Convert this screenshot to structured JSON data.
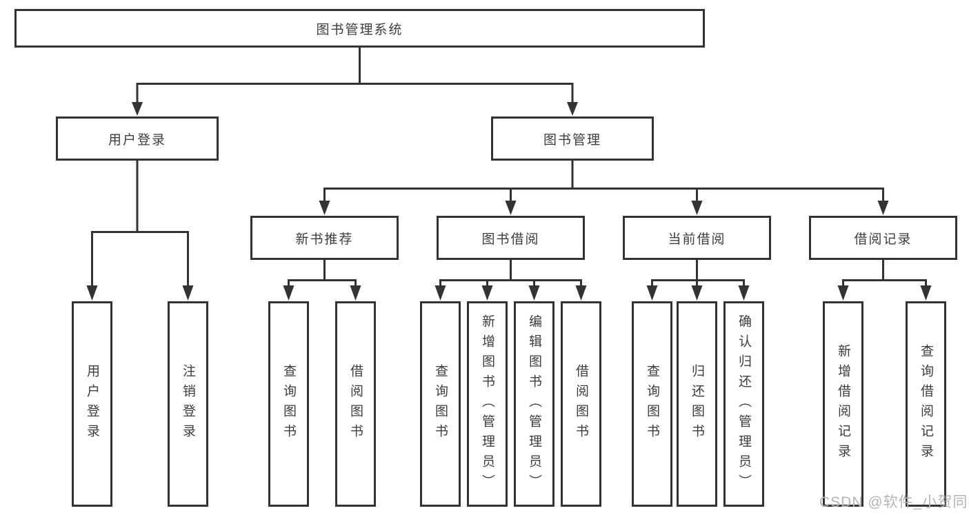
{
  "root_label": "图书管理系统",
  "user_login": {
    "label": "用户登录",
    "children": [
      {
        "label": "用户登录"
      },
      {
        "label": "注销登录"
      }
    ]
  },
  "book_mgmt": {
    "label": "图书管理",
    "sections": [
      {
        "label": "新书推荐",
        "children": [
          {
            "label": "查询图书"
          },
          {
            "label": "借阅图书"
          }
        ]
      },
      {
        "label": "图书借阅",
        "children": [
          {
            "label": "查询图书"
          },
          {
            "label": "新增图书（管理员）"
          },
          {
            "label": "编辑图书（管理员）"
          },
          {
            "label": "借阅图书"
          }
        ]
      },
      {
        "label": "当前借阅",
        "children": [
          {
            "label": "查询图书"
          },
          {
            "label": "归还图书"
          },
          {
            "label": "确认归还（管理员）"
          }
        ]
      },
      {
        "label": "借阅记录",
        "children": [
          {
            "label": "新增借阅记录"
          },
          {
            "label": "查询借阅记录"
          }
        ]
      }
    ]
  },
  "watermark": "CSDN @软件_小贺同学",
  "colors": {
    "line": "#333333",
    "text": "#3c3c3c",
    "watermark": "#b4b4b4",
    "background": "#ffffff"
  }
}
